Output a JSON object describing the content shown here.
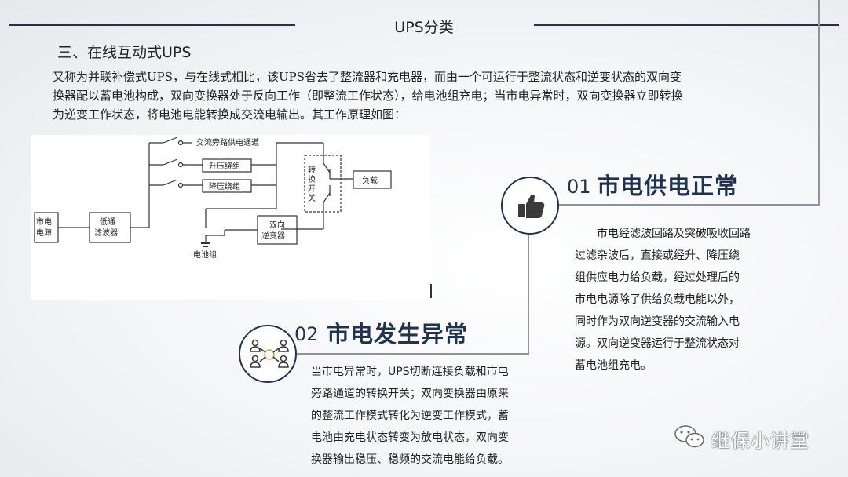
{
  "header": {
    "title": "UPS分类"
  },
  "section": {
    "heading": "三、在线互动式UPS"
  },
  "intro": {
    "lines": [
      "又称为并联补偿式UPS，与在线式相比，该UPS省去了整流器和充电器，而由一个可运行于整流状态和逆变状态的双向变",
      "换器配以蓄电池构成，双向变换器处于反向工作（即整流工作状态），给电池组充电；当市电异常时，双向变换器立即转换",
      "为逆变工作状态，将电池电能转换成交流电输出。其工作原理如图："
    ]
  },
  "diagram": {
    "mains": [
      "市电",
      "电源"
    ],
    "lowpass": [
      "低通",
      "滤波器"
    ],
    "bypass": "交流旁路供电通道",
    "boost": "升压绕组",
    "buck": "降压绕组",
    "switch": [
      "转",
      "换",
      "开",
      "关"
    ],
    "load": "负载",
    "inverter": [
      "双向",
      "逆变器"
    ],
    "battery": "电池组"
  },
  "item1": {
    "number": "01",
    "title": "市电供电正常",
    "icon": "thumbs-up-icon",
    "lines": [
      "市电经滤波回路及突破吸收回路",
      "过滤杂波后，直接或经升、降压绕",
      "组供应电力给负载，经过处理后的",
      "市电电源除了供给负载电能以外，",
      "同时作为双向逆变器的交流输入电",
      "源。双向逆变器运行于整流状态对",
      "蓄电池组充电。"
    ]
  },
  "item2": {
    "number": "02",
    "title": "市电发生异常",
    "icon": "users-network-icon",
    "lines": [
      "当市电异常时，UPS切断连接负载和市电",
      "旁路通道的转换开关；双向变换器由原来",
      "的整流工作模式转化为逆变工作模式，蓄",
      "电池由充电状态转变为放电状态，双向变",
      "换器输出稳压、稳频的交流电能给负载。"
    ]
  },
  "brand": {
    "name": "继保小讲堂",
    "icon": "wechat-icon"
  },
  "colors": {
    "accent": "#1f3350",
    "connector": "#8a94a3"
  }
}
